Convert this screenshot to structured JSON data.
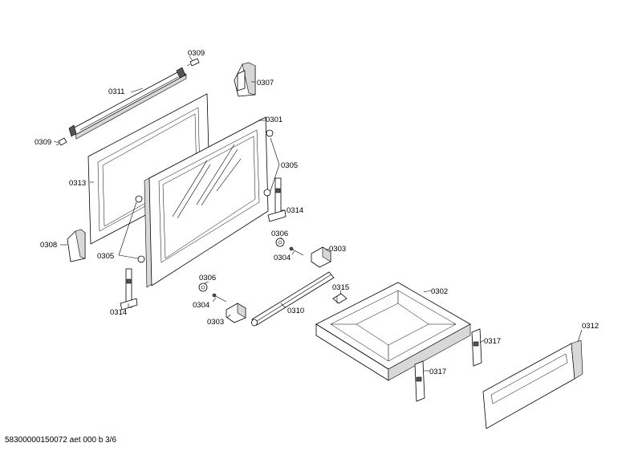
{
  "diagram": {
    "labels": {
      "l0309a": "0309",
      "l0309b": "0309",
      "l0307": "0307",
      "l0311": "0311",
      "l0301": "0301",
      "l0313": "0313",
      "l0305a": "0305",
      "l0305b": "0305",
      "l0314a": "0314",
      "l0314b": "0314",
      "l0308": "0308",
      "l0306a": "0306",
      "l0306b": "0306",
      "l0304a": "0304",
      "l0304b": "0304",
      "l0303a": "0303",
      "l0303b": "0303",
      "l0315": "0315",
      "l0302": "0302",
      "l0310": "0310",
      "l0312": "0312",
      "l0317a": "0317",
      "l0317b": "0317"
    },
    "footer": "58300000150072 aet 000 b 3/6"
  }
}
